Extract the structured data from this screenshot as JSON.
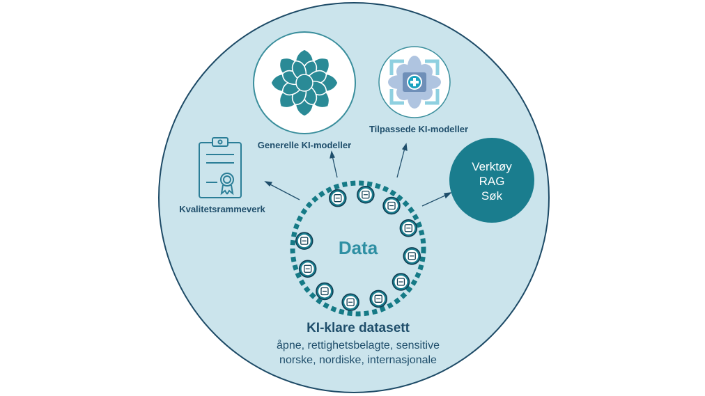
{
  "labels": {
    "general_models": "Generelle KI-modeller",
    "custom_models": "Tilpassede KI-modeller",
    "quality_framework": "Kvalitetsrammeverk",
    "center": "Data",
    "datasets_title": "KI-klare datasett",
    "datasets_line1": "åpne, rettighetsbelagte, sensitive",
    "datasets_line2": "norske, nordiske, internasjonale"
  },
  "tools_circle": {
    "line1": "Verktøy",
    "line2": "RAG",
    "line3": "Søk"
  },
  "colors": {
    "outer_circle": "#cbe4ec",
    "outer_border": "#1d4a66",
    "teal": "#3a8e9c",
    "dark_teal": "#157a86",
    "tools_fill": "#1a7d8e",
    "text": "#1f4e6b",
    "data_text": "#2e8fa3"
  },
  "data_icons": [
    "clipboard-icon",
    "monitor-search-icon",
    "medical-kit-icon",
    "xray-icon",
    "glucose-meter-icon",
    "touch-hand-icon",
    "dna-icon",
    "microscope-icon",
    "pill-bottle-icon",
    "hospital-bed-icon",
    "monitor-chart-icon"
  ]
}
